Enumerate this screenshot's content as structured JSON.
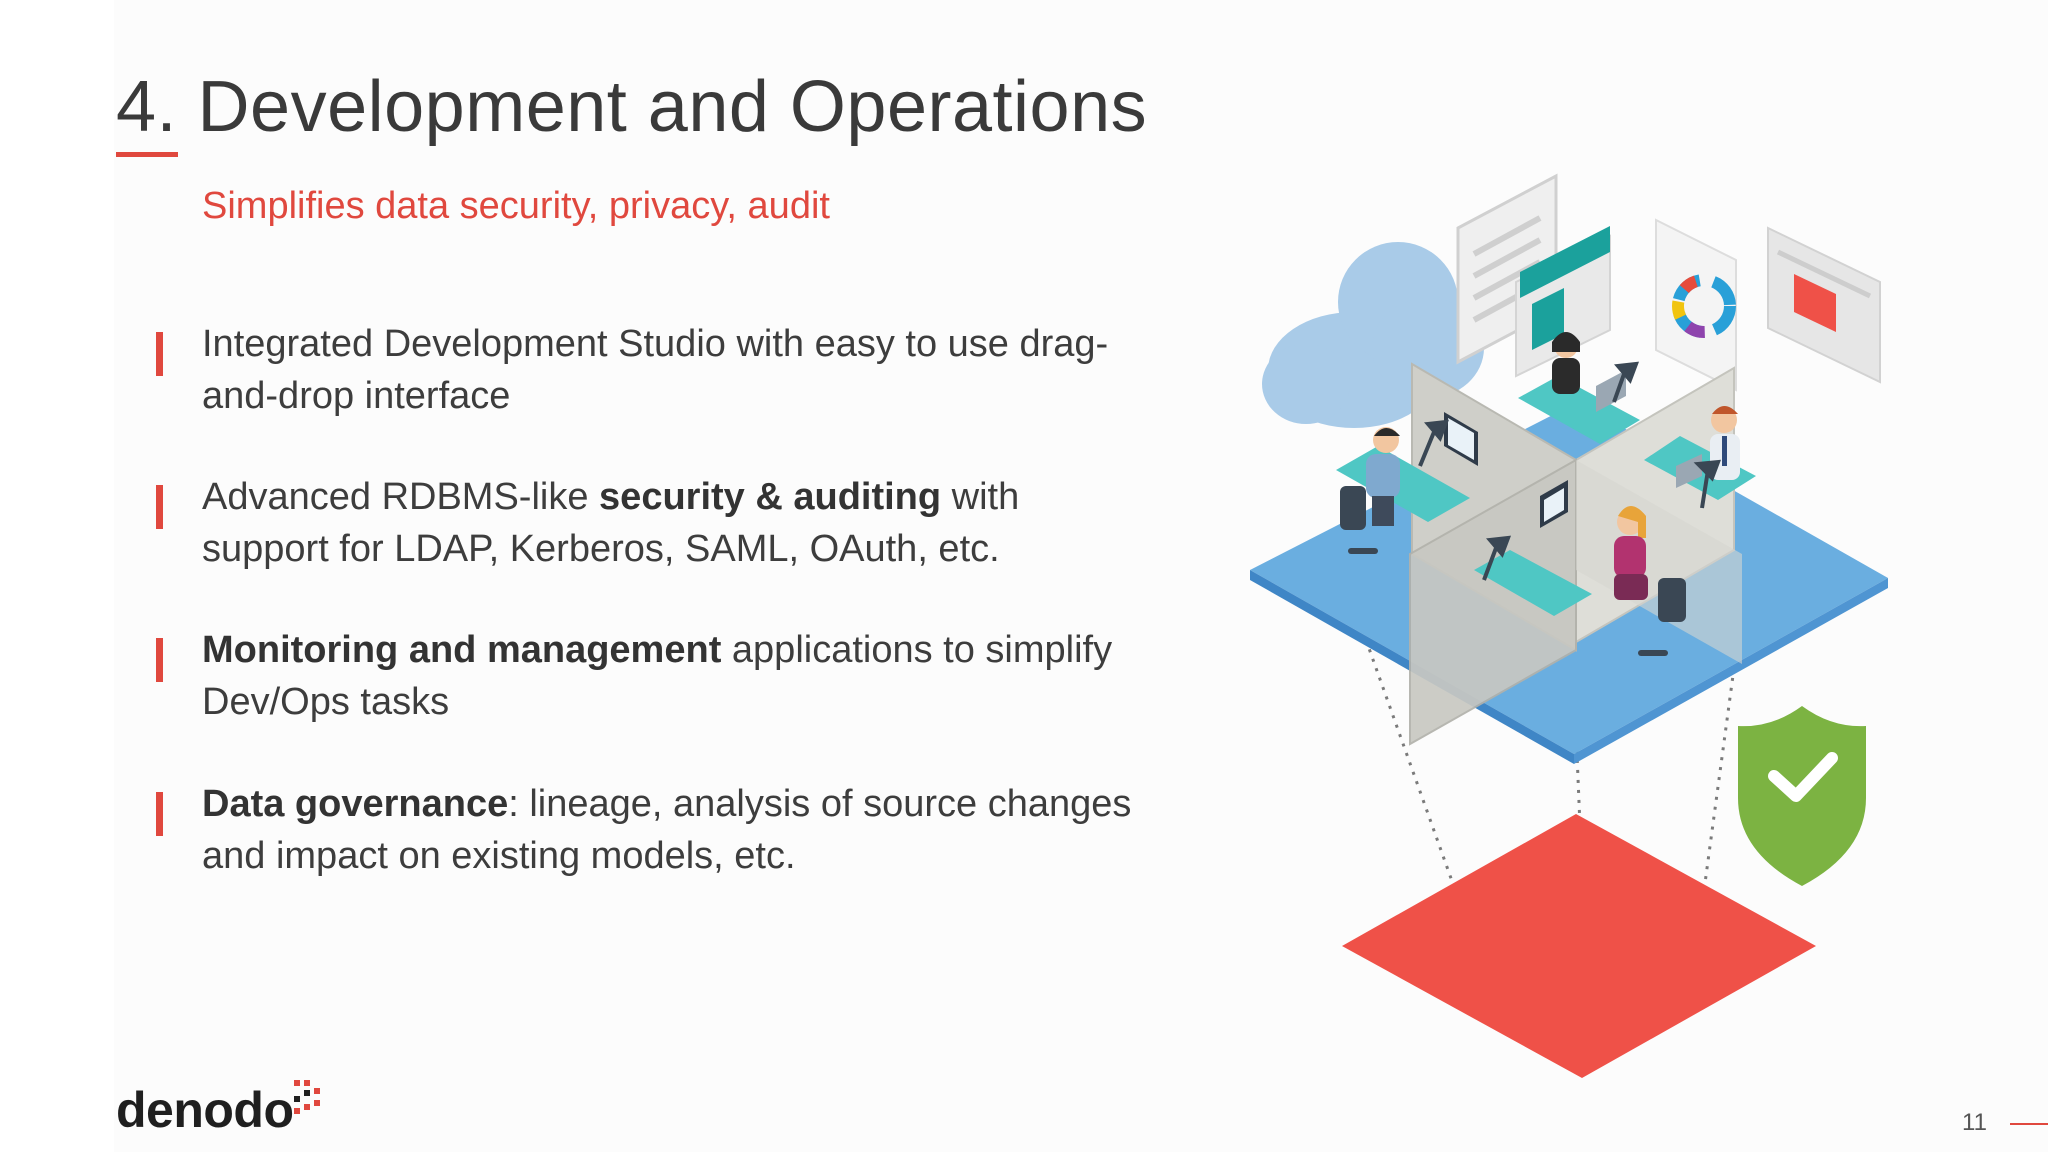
{
  "slide": {
    "title": "4. Development and Operations",
    "subtitle": "Simplifies data security, privacy, audit",
    "bullets": [
      {
        "line1_pre": "Integrated Development Studio with easy to use drag-",
        "line1_bold": "",
        "line1_post": "",
        "line2_pre": "and-drop interface",
        "line2_bold": "",
        "line2_post": ""
      },
      {
        "line1_pre": "Advanced RDBMS-like ",
        "line1_bold": "security & auditing",
        "line1_post": " with",
        "line2_pre": "support for LDAP, Kerberos, SAML, OAuth, etc.",
        "line2_bold": "",
        "line2_post": ""
      },
      {
        "line1_pre": "",
        "line1_bold": "Monitoring and management",
        "line1_post": " applications to simplify",
        "line2_pre": "Dev/Ops tasks",
        "line2_bold": "",
        "line2_post": ""
      },
      {
        "line1_pre": "",
        "line1_bold": "Data governance",
        "line1_post": ": lineage, analysis of source changes",
        "line2_pre": "and impact on existing models, etc.",
        "line2_bold": "",
        "line2_post": ""
      }
    ],
    "logo_text": "denodo",
    "page_number": "11"
  },
  "colors": {
    "accent": "#e0483e",
    "title_text": "#3a3a3a",
    "body_text": "#3d3d3d",
    "floor_blue": "#6aaee0",
    "base_red": "#ef5148",
    "shield_green": "#7cb342",
    "cloud_blue": "#a9cbe8"
  },
  "icons": {
    "illustration": "isometric-office-illustration",
    "cloud": "cloud-icon",
    "shield": "shield-check-icon",
    "donut_chart": "donut-chart-icon",
    "logo_mark": "denodo-dots-logo-mark"
  }
}
